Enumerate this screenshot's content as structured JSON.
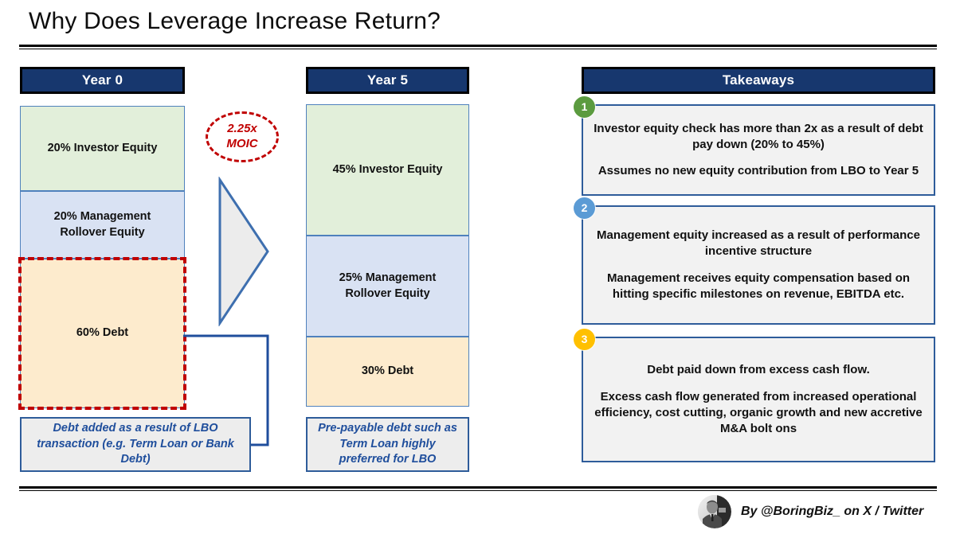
{
  "slide": {
    "title": "Why Does Leverage Increase Return?"
  },
  "year0": {
    "header": "Year 0",
    "segments": [
      {
        "label": "20% Investor Equity",
        "percent": 20,
        "color": "#E2EFDA"
      },
      {
        "label": "20% Management\nRollover Equity",
        "percent": 20,
        "color": "#D9E2F3"
      },
      {
        "label": "60% Debt",
        "percent": 60,
        "color": "#FDEBCD"
      }
    ],
    "footnote": "Debt added as a result of LBO transaction (e.g. Term Loan or Bank Debt)"
  },
  "year5": {
    "header": "Year 5",
    "segments": [
      {
        "label": "45% Investor Equity",
        "percent": 45,
        "color": "#E2EFDA"
      },
      {
        "label": "25% Management\nRollover Equity",
        "percent": 25,
        "color": "#D9E2F3"
      },
      {
        "label": "30% Debt",
        "percent": 30,
        "color": "#FDEBCD"
      }
    ],
    "footnote": "Pre-payable debt such as Term Loan highly preferred for LBO"
  },
  "moic": {
    "value": "2.25x",
    "unit": "MOIC",
    "color": "#C00000"
  },
  "takeaways": {
    "header": "Takeaways",
    "items": [
      {
        "number": "1",
        "badge_color": "#5B9B3F",
        "paragraphs": [
          "Investor equity check has more than 2x as a result of debt pay down (20% to 45%)",
          "Assumes no new equity contribution from LBO to Year 5"
        ]
      },
      {
        "number": "2",
        "badge_color": "#5B9BD5",
        "paragraphs": [
          "Management equity increased as a result of performance incentive structure",
          "Management receives equity compensation based on hitting specific milestones on revenue, EBITDA etc."
        ]
      },
      {
        "number": "3",
        "badge_color": "#FFC000",
        "paragraphs": [
          "Debt paid down from excess cash flow.",
          "Excess cash flow generated from increased operational efficiency, cost cutting, organic growth and new accretive M&A bolt ons"
        ]
      }
    ]
  },
  "footer": {
    "attribution": "By @BoringBiz_ on X / Twitter"
  }
}
